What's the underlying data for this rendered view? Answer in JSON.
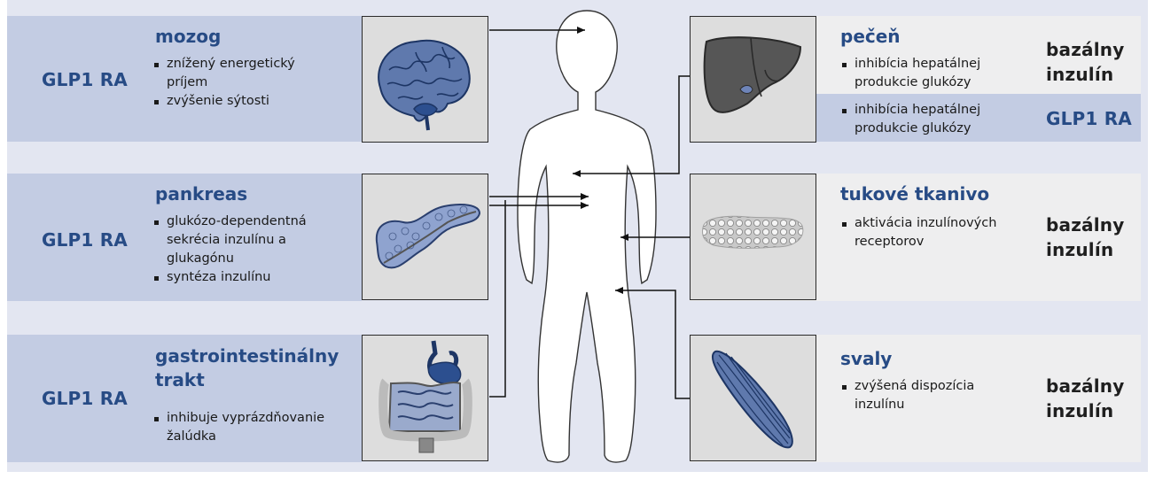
{
  "left_panels": [
    {
      "agent": "GLP1 RA",
      "title": "mozog",
      "items": [
        "znížený energetický príjem",
        "zvýšenie sýtosti"
      ],
      "image_icon": "brain-icon"
    },
    {
      "agent": "GLP1 RA",
      "title": "pankreas",
      "items": [
        "glukózo-dependentná sekrécia inzulínu a glukagónu",
        "syntéza inzulínu"
      ],
      "image_icon": "pancreas-icon"
    },
    {
      "agent": "GLP1 RA",
      "title": "gastrointestinálny trakt",
      "items": [
        "inhibuje vyprázdňovanie žalúdka"
      ],
      "image_icon": "digestive-tract-icon"
    }
  ],
  "right_panels": [
    {
      "title": "pečeň",
      "rows": [
        {
          "items": [
            "inhibícia hepatálnej produkcie glukózy"
          ],
          "agent": "bazálny inzulín"
        },
        {
          "items": [
            "inhibícia hepatálnej produkcie glukózy"
          ],
          "agent": "GLP1 RA"
        }
      ],
      "image_icon": "liver-icon"
    },
    {
      "title": "tukové tkanivo",
      "items": [
        "aktivácia inzulínových receptorov"
      ],
      "agent": "bazálny inzulín",
      "image_icon": "adipose-tissue-icon"
    },
    {
      "title": "svaly",
      "items": [
        "zvýšená dispozícia inzulínu"
      ],
      "agent": "bazálny inzulín",
      "image_icon": "muscle-icon"
    }
  ],
  "center_icon": "human-body-outline-icon",
  "colors": {
    "agent_blue": "#274b85",
    "left_panel": "#c3cce3",
    "right_panel": "#eeeeef",
    "background": "#e3e6f1",
    "organ_blue": "#5f79ad"
  }
}
